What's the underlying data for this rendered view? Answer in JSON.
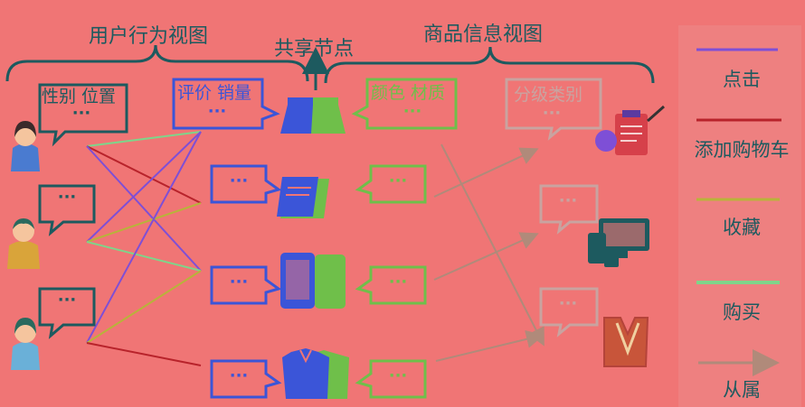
{
  "headers": {
    "user_view": "用户行为视图",
    "shared_node": "共享节点",
    "product_view": "商品信息视图"
  },
  "bubbles": {
    "user_attrs": "性别 位置",
    "eval_sales": "评价 销量",
    "color_material": "颜色 材质",
    "classification": "分级类别",
    "ellipsis": "···"
  },
  "legend": [
    {
      "label": "点击",
      "color": "#7e4fd6"
    },
    {
      "label": "添加购物车",
      "color": "#b8232b"
    },
    {
      "label": "收藏",
      "color": "#b8b33a"
    },
    {
      "label": "购买",
      "color": "#7fd48a"
    },
    {
      "label": "从属",
      "color": "#b08a7a"
    }
  ],
  "colors": {
    "teal": "#1d5a5f",
    "blue": "#3b55d8",
    "green": "#6fbf4a",
    "gray": "#c9a3a0",
    "background": "#f07575"
  },
  "icons": [
    "user-female-icon",
    "user-male-icon",
    "user-female-icon",
    "skirt-icon",
    "book-icon",
    "tablet-icon",
    "shirt-icon",
    "clipboard-icon",
    "computer-devices-icon",
    "vest-icon"
  ]
}
